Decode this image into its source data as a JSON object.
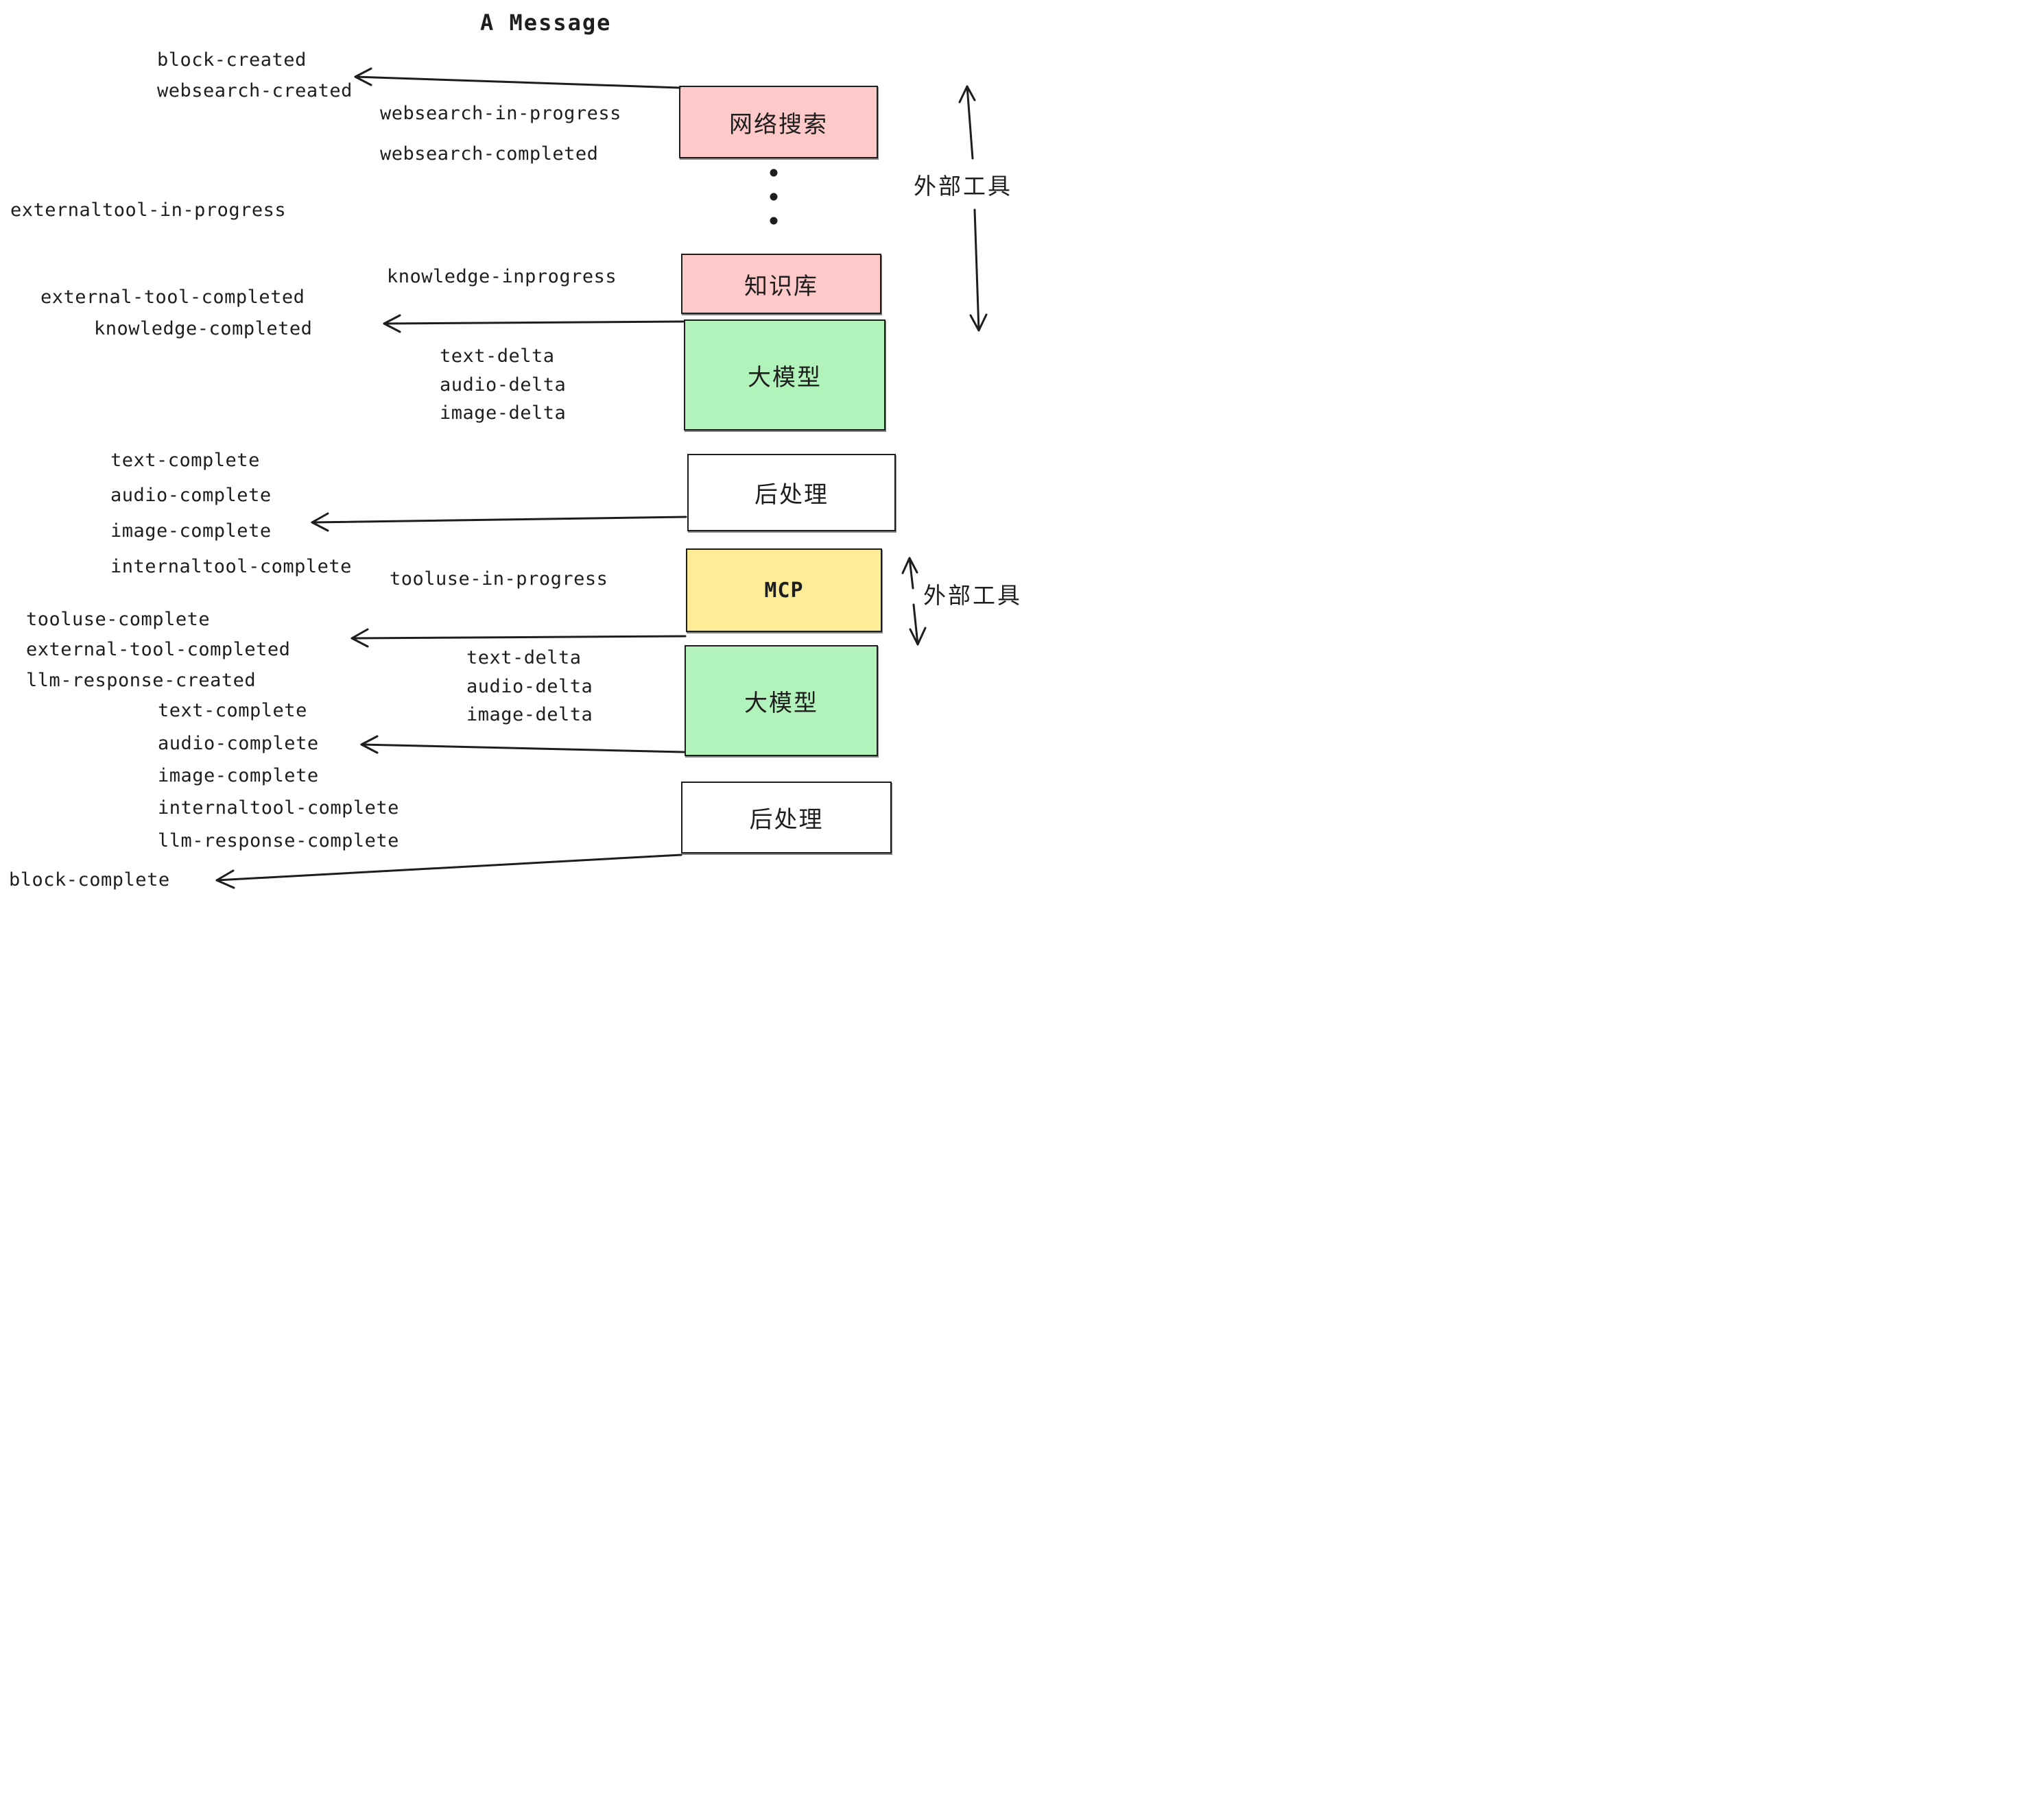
{
  "title": "A Message",
  "colors": {
    "pink": "#ffc9c9",
    "green": "#b2f2bb",
    "yellow": "#ffec99",
    "white": "#ffffff",
    "ink": "#1e1e1e"
  },
  "boxes": [
    {
      "id": "websearch",
      "label": "网络搜索",
      "color": "#ffc9c9"
    },
    {
      "id": "knowledge",
      "label": "知识库",
      "color": "#ffc9c9"
    },
    {
      "id": "llm-1",
      "label": "大模型",
      "color": "#b2f2bb"
    },
    {
      "id": "postprocess-1",
      "label": "后处理",
      "color": "#ffffff"
    },
    {
      "id": "mcp",
      "label": "MCP",
      "color": "#ffec99"
    },
    {
      "id": "llm-2",
      "label": "大模型",
      "color": "#b2f2bb"
    },
    {
      "id": "postprocess-2",
      "label": "后处理",
      "color": "#ffffff"
    }
  ],
  "side_labels": [
    {
      "text": "外部工具"
    },
    {
      "text": "外部工具"
    }
  ],
  "events": [
    {
      "text": "block-created"
    },
    {
      "text": "websearch-created"
    },
    {
      "text": "websearch-in-progress"
    },
    {
      "text": "websearch-completed"
    },
    {
      "text": "externaltool-in-progress"
    },
    {
      "text": "knowledge-inprogress"
    },
    {
      "text": "external-tool-completed"
    },
    {
      "text": "knowledge-completed"
    },
    {
      "text": "text-delta"
    },
    {
      "text": "audio-delta"
    },
    {
      "text": "image-delta"
    },
    {
      "text": "text-complete"
    },
    {
      "text": "audio-complete"
    },
    {
      "text": "image-complete"
    },
    {
      "text": "internaltool-complete"
    },
    {
      "text": "tooluse-in-progress"
    },
    {
      "text": "tooluse-complete"
    },
    {
      "text": "external-tool-completed"
    },
    {
      "text": "llm-response-created"
    },
    {
      "text": "text-complete"
    },
    {
      "text": "audio-complete"
    },
    {
      "text": "image-complete"
    },
    {
      "text": "internaltool-complete"
    },
    {
      "text": "llm-response-complete"
    },
    {
      "text": "block-complete"
    },
    {
      "text": "text-delta"
    },
    {
      "text": "audio-delta"
    },
    {
      "text": "image-delta"
    }
  ]
}
